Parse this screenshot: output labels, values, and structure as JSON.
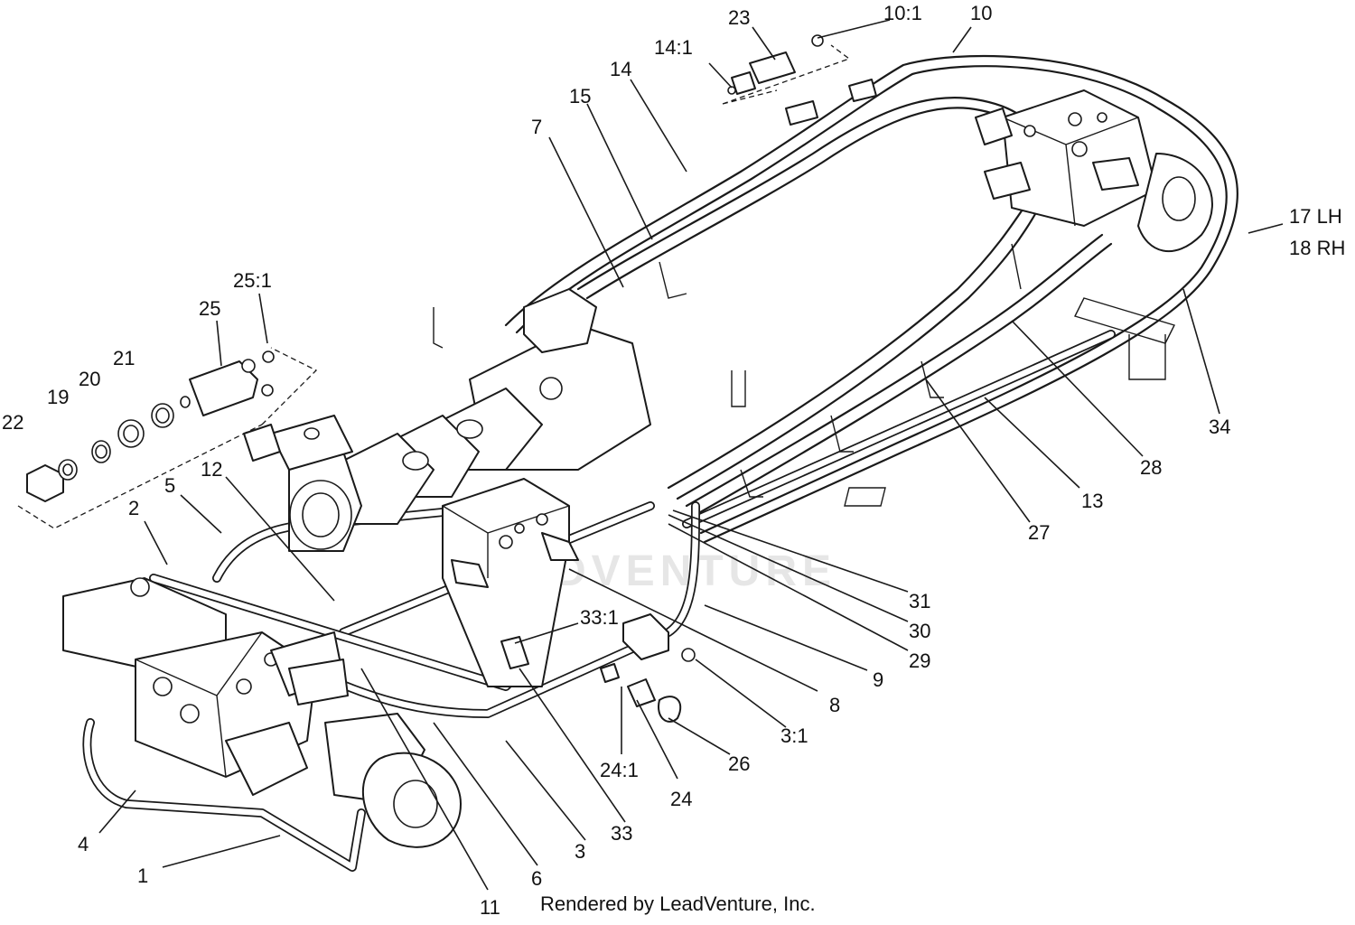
{
  "watermark": "LEADVENTURE",
  "credit": "Rendered by LeadVenture, Inc.",
  "callouts": {
    "c1": "1",
    "c2": "2",
    "c3": "3",
    "c3_1": "3:1",
    "c4": "4",
    "c5": "5",
    "c6": "6",
    "c7": "7",
    "c8": "8",
    "c9": "9",
    "c10": "10",
    "c10_1": "10:1",
    "c11": "11",
    "c12": "12",
    "c13": "13",
    "c14": "14",
    "c14_1": "14:1",
    "c15": "15",
    "c17": "17 LH",
    "c18": "18 RH",
    "c19": "19",
    "c20": "20",
    "c21": "21",
    "c22": "22",
    "c23": "23",
    "c24": "24",
    "c24_1": "24:1",
    "c25": "25",
    "c25_1": "25:1",
    "c26": "26",
    "c27": "27",
    "c28": "28",
    "c29": "29",
    "c30": "30",
    "c31": "31",
    "c33": "33",
    "c33_1": "33:1",
    "c34": "34"
  }
}
